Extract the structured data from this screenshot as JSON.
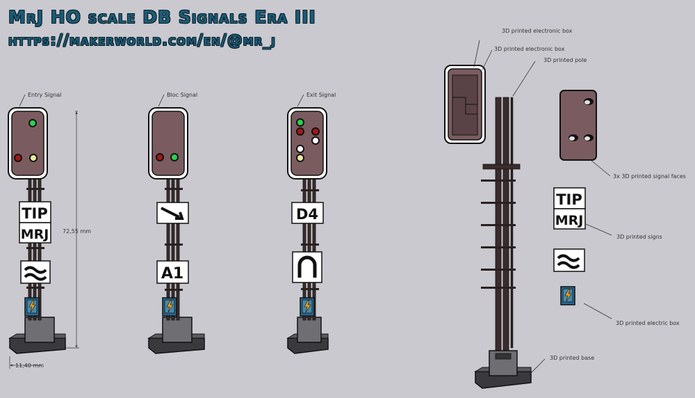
{
  "header": {
    "title": "MrJ HO scale DB Signals Era III",
    "url": "https://makerworld.com/en/@mr_j"
  },
  "signals": {
    "entry_label": "Entry Signal",
    "bloc_label": "Bloc Signal",
    "exit_label": "Exit Signal"
  },
  "dimensions": {
    "height": "72,55 mm",
    "width": "11,40 mm"
  },
  "signs": {
    "tip": "TIP",
    "mrj": "MRJ",
    "a1": "A1",
    "d4": "D4"
  },
  "parts": {
    "electronic_box_1": "3D printed electronic box",
    "electronic_box_2": "3D printed electronic box",
    "pole": "3D printed pole",
    "signal_faces": "3x 3D printed signal faces",
    "signs": "3D printed signs",
    "electric_box": "3D printed electric box",
    "base": "3D printed base"
  },
  "colors": {
    "face": "#7a5c60",
    "title": "#1e5a74",
    "light_green": "#2bd04d",
    "light_red": "#a01818",
    "light_yellow": "#ece9a0",
    "light_white": "#ffffff"
  }
}
